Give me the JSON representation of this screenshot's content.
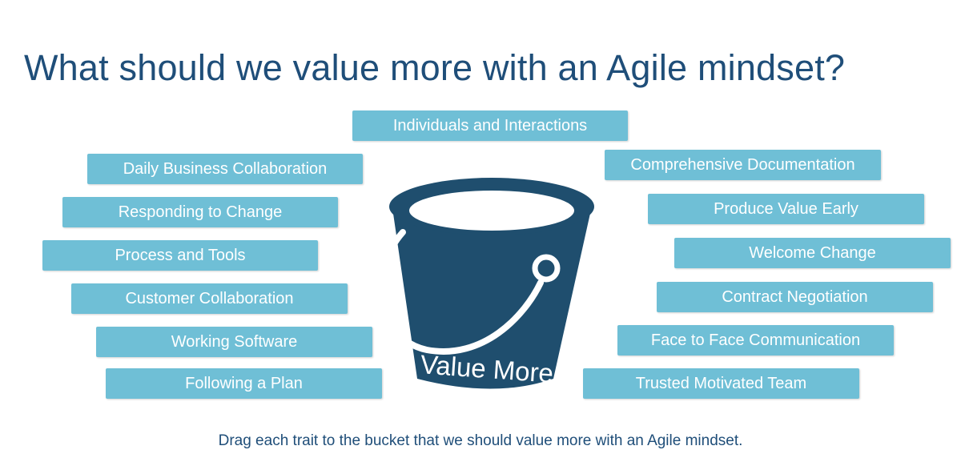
{
  "title": "What should we value more with an Agile mindset?",
  "traits": [
    "Individuals and Interactions",
    "Daily Business Collaboration",
    "Comprehensive Documentation",
    "Responding to Change",
    "Produce Value Early",
    "Process and Tools",
    "Welcome Change",
    "Customer Collaboration",
    "Contract Negotiation",
    "Working Software",
    "Face to Face Communication",
    "Following a Plan",
    "Trusted Motivated Team"
  ],
  "bucket": {
    "label": "Value More",
    "icon": "bucket-icon",
    "color": "#1f4e6e"
  },
  "colors": {
    "chip": "#6fbfd6",
    "title": "#1f4e79"
  },
  "instruction": "Drag each trait to the bucket that we should value more with an Agile mindset."
}
